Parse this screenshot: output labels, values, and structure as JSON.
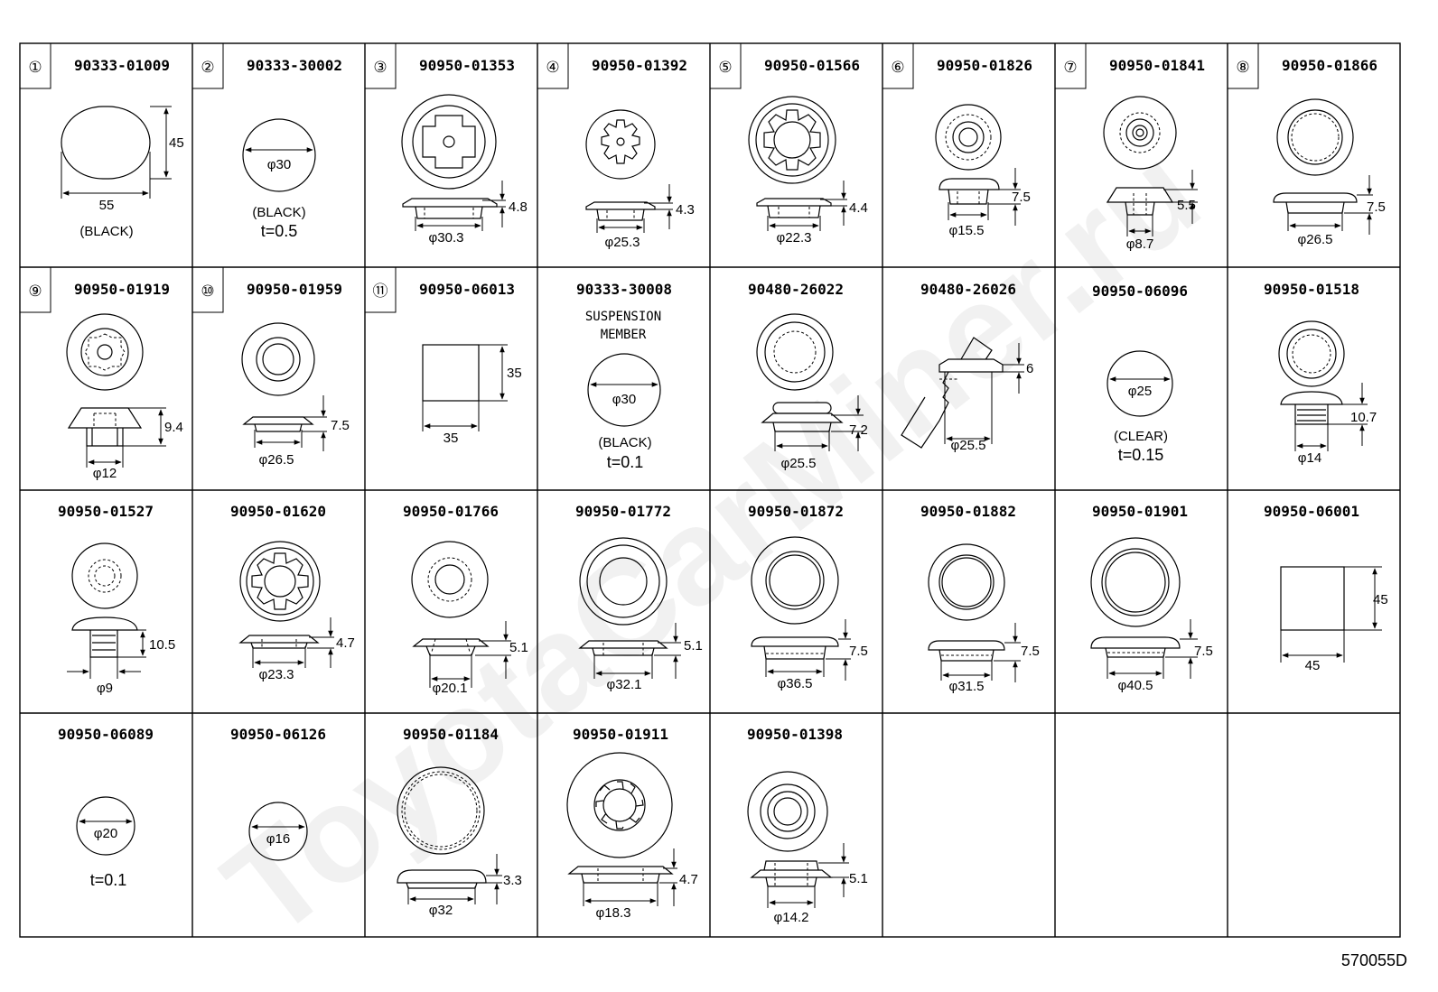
{
  "sheet_code": "570055D",
  "watermark": "ToyotaCarMiner.ru",
  "cells": [
    {
      "index": "①",
      "part": "90333-01009",
      "dims": [
        "45",
        "55"
      ],
      "notes": [
        "(BLACK)"
      ]
    },
    {
      "index": "②",
      "part": "90333-30002",
      "dims": [
        "φ30"
      ],
      "notes": [
        "(BLACK)",
        "t=0.5"
      ]
    },
    {
      "index": "③",
      "part": "90950-01353",
      "dims": [
        "4.8",
        "φ30.3"
      ]
    },
    {
      "index": "④",
      "part": "90950-01392",
      "dims": [
        "4.3",
        "φ25.3"
      ]
    },
    {
      "index": "⑤",
      "part": "90950-01566",
      "dims": [
        "4.4",
        "φ22.3"
      ]
    },
    {
      "index": "⑥",
      "part": "90950-01826",
      "dims": [
        "7.5",
        "φ15.5"
      ]
    },
    {
      "index": "⑦",
      "part": "90950-01841",
      "dims": [
        "5.5",
        "φ8.7"
      ]
    },
    {
      "index": "⑧",
      "part": "90950-01866",
      "dims": [
        "7.5",
        "φ26.5"
      ]
    },
    {
      "index": "⑨",
      "part": "90950-01919",
      "dims": [
        "9.4",
        "φ12"
      ]
    },
    {
      "index": "⑩",
      "part": "90950-01959",
      "dims": [
        "7.5",
        "φ26.5"
      ]
    },
    {
      "index": "⑪",
      "part": "90950-06013",
      "dims": [
        "35",
        "35"
      ]
    },
    {
      "part": "90333-30008",
      "label": [
        "SUSPENSION",
        "MEMBER"
      ],
      "dims": [
        "φ30"
      ],
      "notes": [
        "(BLACK)",
        "t=0.1"
      ]
    },
    {
      "part": "90480-26022",
      "dims": [
        "7.2",
        "φ25.5"
      ]
    },
    {
      "part": "90480-26026",
      "dims": [
        "6",
        "φ25.5"
      ]
    },
    {
      "part": "90950-06096",
      "dims": [
        "φ25"
      ],
      "notes": [
        "(CLEAR)",
        "t=0.15"
      ]
    },
    {
      "part": "90950-01518",
      "dims": [
        "10.7",
        "φ14"
      ]
    },
    {
      "part": "90950-01527",
      "dims": [
        "10.5",
        "φ9"
      ]
    },
    {
      "part": "90950-01620",
      "dims": [
        "4.7",
        "φ23.3"
      ]
    },
    {
      "part": "90950-01766",
      "dims": [
        "5.1",
        "φ20.1"
      ]
    },
    {
      "part": "90950-01772",
      "dims": [
        "5.1",
        "φ32.1"
      ]
    },
    {
      "part": "90950-01872",
      "dims": [
        "7.5",
        "φ36.5"
      ]
    },
    {
      "part": "90950-01882",
      "dims": [
        "7.5",
        "φ31.5"
      ]
    },
    {
      "part": "90950-01901",
      "dims": [
        "7.5",
        "φ40.5"
      ]
    },
    {
      "part": "90950-06001",
      "dims": [
        "45",
        "45"
      ]
    },
    {
      "part": "90950-06089",
      "dims": [
        "φ20"
      ],
      "notes": [
        "t=0.1"
      ]
    },
    {
      "part": "90950-06126",
      "dims": [
        "φ16"
      ]
    },
    {
      "part": "90950-01184",
      "dims": [
        "3.3",
        "φ32"
      ]
    },
    {
      "part": "90950-01911",
      "dims": [
        "4.7",
        "φ18.3"
      ]
    },
    {
      "part": "90950-01398",
      "dims": [
        "5.1",
        "φ14.2"
      ]
    }
  ]
}
